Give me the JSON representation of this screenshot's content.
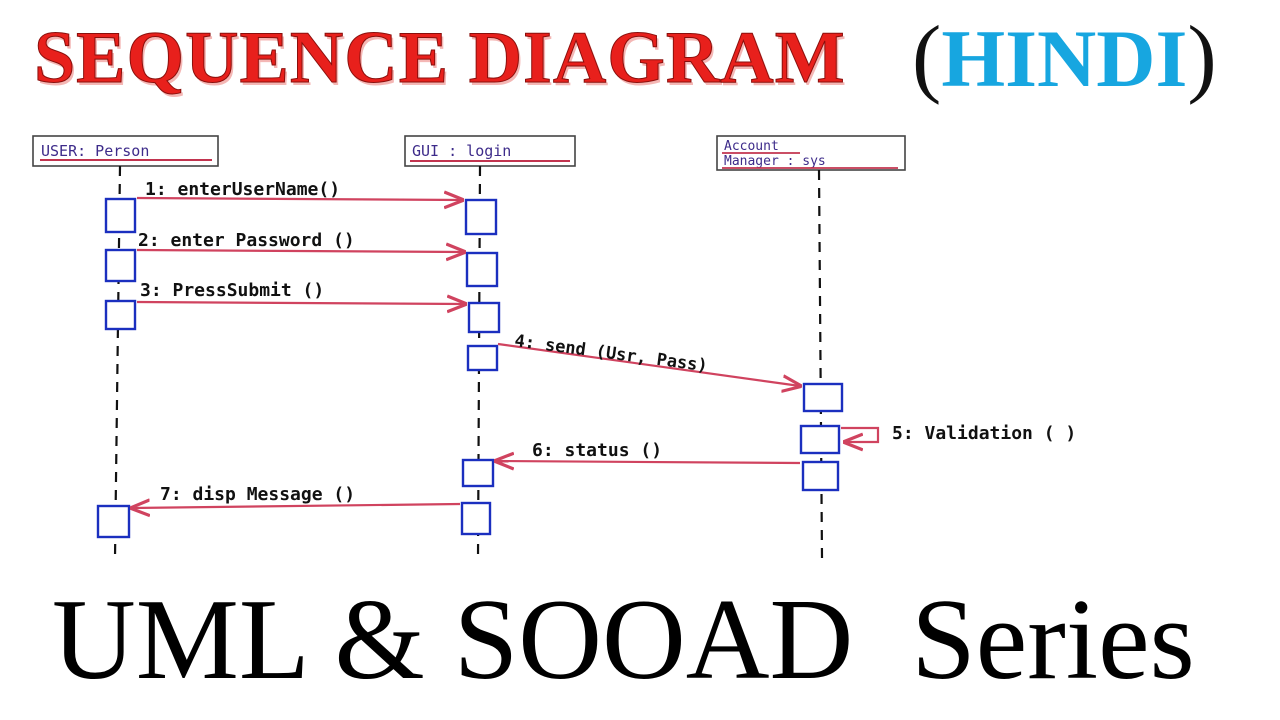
{
  "title": {
    "main": "SEQUENCE DIAGRAM",
    "open_paren": "(",
    "language": "HINDI",
    "close_paren": ")"
  },
  "diagram": {
    "lifelines": [
      {
        "name": "USER: Person"
      },
      {
        "name": "GUI : login"
      },
      {
        "name_line1": "Account",
        "name_line2": "Manager : sys"
      }
    ],
    "messages": [
      {
        "label": "1: enterUserName()"
      },
      {
        "label": "2: enter Password ()"
      },
      {
        "label": "3: PressSubmit ()"
      },
      {
        "label": "4: send (Usr, Pass)"
      },
      {
        "label": "5: Validation ( )"
      },
      {
        "label": "6: status ()"
      },
      {
        "label": "7: disp Message ()"
      }
    ],
    "colors": {
      "arrow": "#d0435f",
      "activation": "#1b2fbf",
      "lifeline": "#111111",
      "object_text": "#3d2b8a",
      "object_underline": "#c2344f"
    }
  },
  "footer": {
    "text": "UML & SOOAD  Series"
  }
}
